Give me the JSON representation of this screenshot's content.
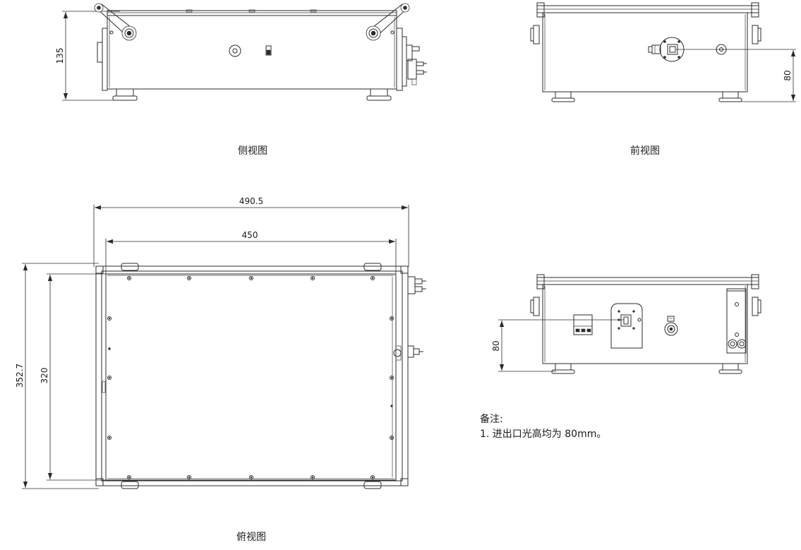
{
  "views": {
    "side": {
      "caption": "侧视图",
      "height_dim": "135"
    },
    "front": {
      "caption": "前视图",
      "height_dim": "80"
    },
    "top": {
      "caption": "俯视图",
      "overall_width_dim": "490.5",
      "body_width_dim": "450",
      "overall_depth_dim": "352.7",
      "body_depth_dim": "320"
    },
    "rear": {
      "height_dim": "80"
    }
  },
  "notes": {
    "title": "备注:",
    "items": [
      "1. 进出口光高均为 80mm。"
    ]
  }
}
